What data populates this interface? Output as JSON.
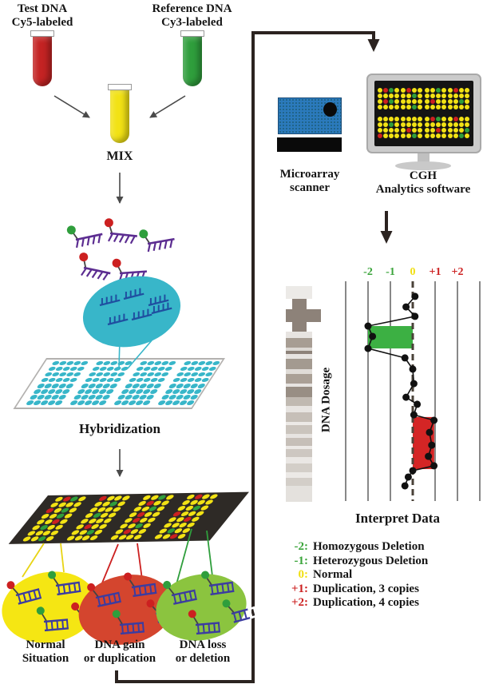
{
  "colors": {
    "dot_yellow": "#f2e214",
    "dot_red": "#cc2020",
    "dot_green": "#2f9e3c",
    "cyan": "#38b6c9",
    "fragment_purple": "#5c2d91",
    "probe_blue": "#1f4fa0",
    "ladder_blue": "#3c3ca0",
    "panel_background": "#2e2a26",
    "scanner_blue": "#2b7abc",
    "tick_green": "#3aa43a",
    "tick_yellow": "#f0df10",
    "tick_red": "#cc2020"
  },
  "tubes": {
    "test": {
      "label": [
        "Test DNA",
        "Cy5-labeled"
      ],
      "color": "#c42323"
    },
    "reference": {
      "label": [
        "Reference DNA",
        "Cy3-labeled"
      ],
      "color": "#2f9e3c"
    },
    "mix": {
      "label": "MIX",
      "color": "#f2e214"
    }
  },
  "fragments": [
    {
      "dot": "#2f9e3c"
    },
    {
      "dot": "#cc2020"
    },
    {
      "dot": "#2f9e3c"
    },
    {
      "dot": "#cc2020"
    },
    {
      "dot": "#cc2020"
    }
  ],
  "hybridization_label": "Hybridization",
  "slide_grid": {
    "blocks": 8,
    "cols": 5,
    "rows": 4
  },
  "panel_blocks": [
    [
      "YRGY",
      "YYYY",
      "RYGY",
      "YYGY"
    ],
    [
      "RYYY",
      "YYGY",
      "YYYY",
      "YGYY"
    ],
    [
      "YYGY",
      "YRYY",
      "YYGY",
      "YRYY"
    ],
    [
      "YRYY",
      "YYYY",
      "YYGY",
      "RYYY"
    ],
    [
      "YYRY",
      "YGYY",
      "YYYY",
      "YYGY"
    ],
    [
      "YYYY",
      "YRYY",
      "YYGY",
      "YYYY"
    ],
    [
      "YRYY",
      "YYGY",
      "YRYY",
      "YYYY"
    ],
    [
      "YYRY",
      "YYYY",
      "YGYY",
      "YYRY"
    ]
  ],
  "situations": [
    {
      "label": [
        "Normal",
        "Situation"
      ],
      "oval_color": "#f5e613",
      "line_color": "#e8d414",
      "ladders": [
        {
          "dot": "#cc2020",
          "half": false
        },
        {
          "dot": "#2f9e3c",
          "half": false
        },
        {
          "dot": "#2f9e3c",
          "half": false
        },
        {
          "dot": "#cc2020",
          "half": false
        }
      ]
    },
    {
      "label": [
        "DNA gain",
        "or duplication"
      ],
      "oval_color": "#d4452e",
      "line_color": "#cc2020",
      "ladders": [
        {
          "dot": "#cc2020",
          "half": false
        },
        {
          "dot": "#cc2020",
          "half": false
        },
        {
          "dot": "#2f9e3c",
          "half": false
        },
        {
          "dot": "#cc2020",
          "half": true
        }
      ]
    },
    {
      "label": [
        "DNA loss",
        "or deletion"
      ],
      "oval_color": "#8bc43f",
      "line_color": "#2f9e3c",
      "ladders": [
        {
          "dot": "#2f9e3c",
          "half": false
        },
        {
          "dot": "#2f9e3c",
          "half": false
        },
        {
          "dot": "#cc2020",
          "half": false
        },
        {
          "dot": "#2f9e3c",
          "half": true
        }
      ]
    }
  ],
  "scanner": {
    "label": [
      "Microarray",
      "scanner"
    ]
  },
  "software": {
    "label": [
      "CGH",
      "Analytics software"
    ],
    "screen_blocks": [
      [
        "YRGY",
        "YYYY",
        "YRGY",
        "YYYY"
      ],
      [
        "YRYY",
        "YYGY",
        "YYYY",
        "YYGY"
      ],
      [
        "YYGY",
        "YYYY",
        "YRYY",
        "YYYY"
      ],
      [
        "YRYY",
        "YYYY",
        "YYGY",
        "YYYY"
      ],
      [
        "YYYY",
        "YYGY",
        "YYYY",
        "RYYY"
      ],
      [
        "YYYY",
        "YYYY",
        "YRYY",
        "YYGY"
      ],
      [
        "YRGY",
        "YYYY",
        "YYRY",
        "YYYY"
      ],
      [
        "YRYY",
        "YYYY",
        "YYYG",
        "YYGY"
      ]
    ]
  },
  "chart_data": {
    "type": "line",
    "title": "Interpret Data",
    "axis_label": "DNA Dosage",
    "orientation": "vertical track along chromosome, dosage on horizontal axis",
    "xlim": [
      -3,
      3
    ],
    "grid": true,
    "zero_line_dashed": true,
    "ticks": [
      {
        "label": "-2",
        "value": -2,
        "color": "#3aa43a"
      },
      {
        "label": "-1",
        "value": -1,
        "color": "#3aa43a"
      },
      {
        "label": "0",
        "value": 0,
        "color": "#f0df10"
      },
      {
        "label": "+1",
        "value": 1,
        "color": "#cc2020"
      },
      {
        "label": "+2",
        "value": 2,
        "color": "#cc2020"
      }
    ],
    "points": [
      {
        "pos": 0.076,
        "dosage": 0.1
      },
      {
        "pos": 0.124,
        "dosage": -0.3
      },
      {
        "pos": 0.167,
        "dosage": 0.1
      },
      {
        "pos": 0.211,
        "dosage": -2.0
      },
      {
        "pos": 0.258,
        "dosage": -1.8
      },
      {
        "pos": 0.313,
        "dosage": -2.0
      },
      {
        "pos": 0.356,
        "dosage": -0.35
      },
      {
        "pos": 0.407,
        "dosage": 0.0
      },
      {
        "pos": 0.473,
        "dosage": 0.05
      },
      {
        "pos": 0.535,
        "dosage": -0.3
      },
      {
        "pos": 0.567,
        "dosage": 0.2
      },
      {
        "pos": 0.615,
        "dosage": 0.05
      },
      {
        "pos": 0.64,
        "dosage": 0.95
      },
      {
        "pos": 0.695,
        "dosage": 0.75
      },
      {
        "pos": 0.753,
        "dosage": 0.85
      },
      {
        "pos": 0.804,
        "dosage": 0.7
      },
      {
        "pos": 0.847,
        "dosage": 0.95
      },
      {
        "pos": 0.869,
        "dosage": 0.0
      },
      {
        "pos": 0.898,
        "dosage": -0.2
      },
      {
        "pos": 0.938,
        "dosage": -0.35
      }
    ],
    "regions": [
      {
        "kind": "deletion",
        "color": "#3cb043",
        "dosage_from": -2,
        "dosage_to": 0,
        "pos_from": 0.211,
        "pos_to": 0.313
      },
      {
        "kind": "duplication",
        "color": "#d42525",
        "dosage_from": 0,
        "dosage_to": 0.96,
        "pos_from": 0.625,
        "pos_to": 0.862
      }
    ]
  },
  "legend": [
    {
      "value": "-2:",
      "color": "#3aa43a",
      "label": "Homozygous Deletion"
    },
    {
      "value": "-1:",
      "color": "#3aa43a",
      "label": "Heterozygous Deletion"
    },
    {
      "value": "0:",
      "color": "#f0df10",
      "label": "Normal"
    },
    {
      "value": "+1:",
      "color": "#cc2020",
      "label": "Duplication, 3 copies"
    },
    {
      "value": "+2:",
      "color": "#cc2020",
      "label": "Duplication, 4 copies"
    }
  ],
  "ideogram_bands": [
    {
      "h": 16,
      "c": "#eceae7"
    },
    {
      "h": 13,
      "c": "#8d8279",
      "w": 18
    },
    {
      "h": 16,
      "c": "#8d8279",
      "w": 44
    },
    {
      "h": 12,
      "c": "#8d8279",
      "w": 18
    },
    {
      "h": 8,
      "c": "#e7e4e1"
    },
    {
      "h": 12,
      "c": "#a79d93"
    },
    {
      "h": 4,
      "c": "#dcd8d3"
    },
    {
      "h": 4,
      "c": "#8d8279"
    },
    {
      "h": 6,
      "c": "#e7e4e1"
    },
    {
      "h": 13,
      "c": "#a39a90"
    },
    {
      "h": 6,
      "c": "#e0dcd7"
    },
    {
      "h": 12,
      "c": "#aaa096"
    },
    {
      "h": 4,
      "c": "#e7e4e1"
    },
    {
      "h": 13,
      "c": "#988e84"
    },
    {
      "h": 11,
      "c": "#c0b9b1"
    },
    {
      "h": 8,
      "c": "#e7e4e1"
    },
    {
      "h": 12,
      "c": "#c6bfb8"
    },
    {
      "h": 4,
      "c": "#ece9e6"
    },
    {
      "h": 11,
      "c": "#cac4bd"
    },
    {
      "h": 5,
      "c": "#e7e4e1"
    },
    {
      "h": 10,
      "c": "#c6bfb8"
    },
    {
      "h": 4,
      "c": "#ece9e6"
    },
    {
      "h": 10,
      "c": "#cdc7c1"
    },
    {
      "h": 8,
      "c": "#eae7e4"
    },
    {
      "h": 11,
      "c": "#d3cec8"
    },
    {
      "h": 7,
      "c": "#ece9e6"
    },
    {
      "h": 10,
      "c": "#d3cec8"
    },
    {
      "h": 20,
      "c": "#e4e1dd"
    }
  ]
}
